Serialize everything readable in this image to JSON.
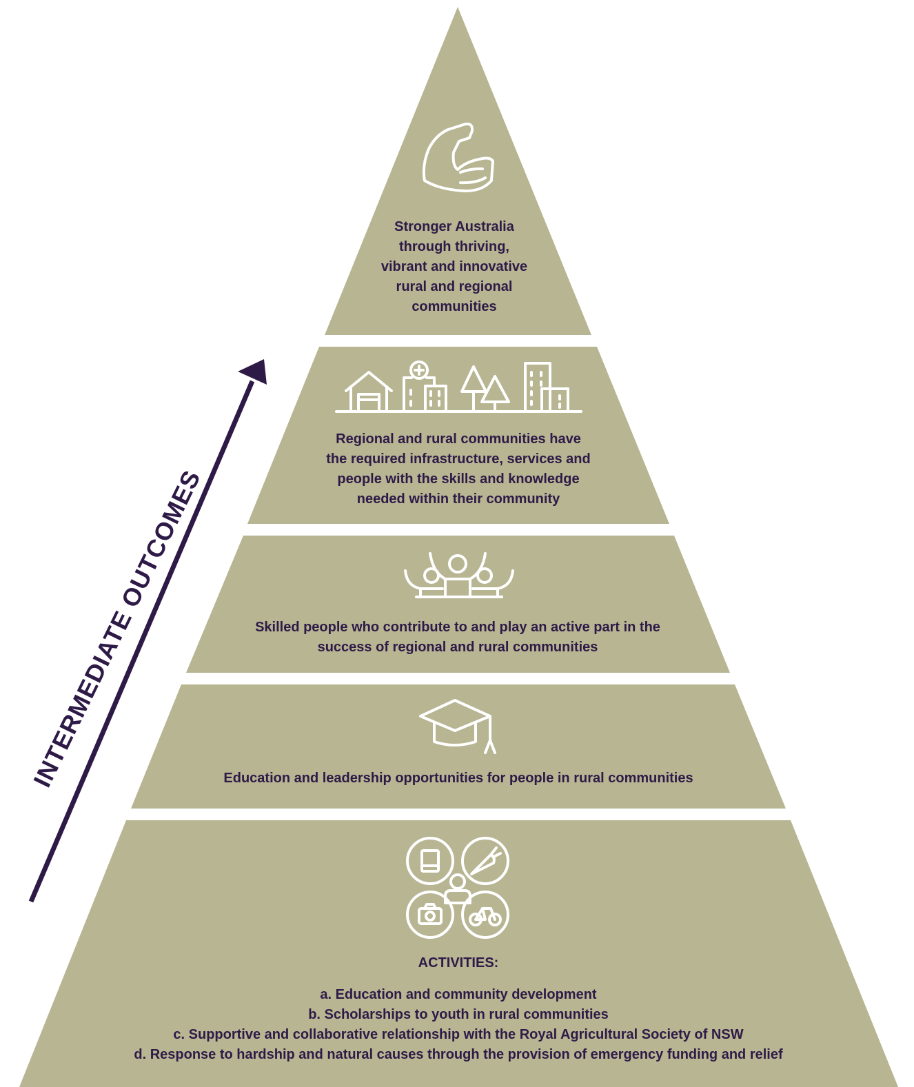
{
  "diagram": {
    "accent_color": "#b7b592",
    "text_color": "#2e1a47",
    "arrow_label": "INTERMEDIATE OUTCOMES",
    "tiers": [
      {
        "icon": "flexed-arm-icon",
        "lines": [
          "Stronger Australia",
          "through thriving,",
          "vibrant and innovative",
          "rural and regional",
          "communities"
        ]
      },
      {
        "icon": "town-infrastructure-icon",
        "lines": [
          "Regional and rural communities have",
          "the required infrastructure, services and",
          "people with the skills and knowledge",
          "needed within their community"
        ]
      },
      {
        "icon": "cheering-people-icon",
        "lines": [
          "Skilled people who contribute to and play an active part in the",
          "success of regional and rural communities"
        ]
      },
      {
        "icon": "graduation-cap-icon",
        "lines": [
          "Education and leadership opportunities for people in rural communities"
        ]
      },
      {
        "icon": "activities-icon",
        "heading": "ACTIVITIES:",
        "lines": [
          "a. Education and community development",
          "b. Scholarships to youth in rural communities",
          "c. Supportive and collaborative relationship with the Royal Agricultural Society of NSW",
          "d. Response to hardship and natural causes through the provision of emergency funding and relief"
        ]
      }
    ]
  }
}
